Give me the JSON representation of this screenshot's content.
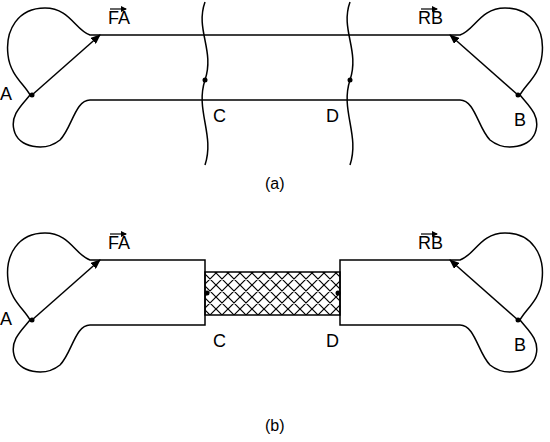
{
  "diagram": {
    "labels": [
      "A",
      "FA",
      "RB",
      "B",
      "C",
      "D",
      "(a)",
      "A",
      "FA",
      "RB",
      "B",
      "C",
      "D",
      "(b)"
    ]
  }
}
